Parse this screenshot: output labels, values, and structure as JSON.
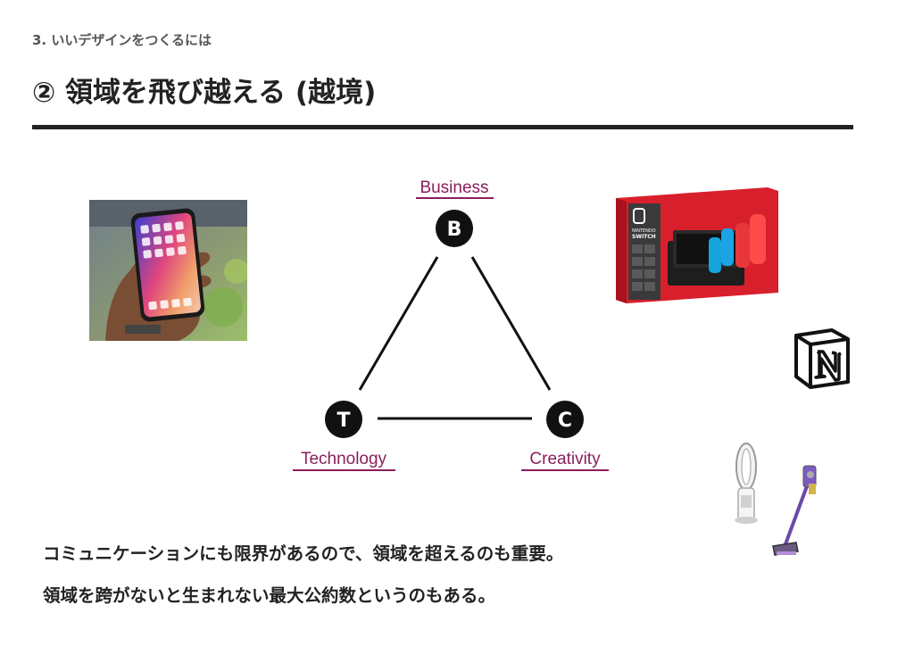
{
  "header": {
    "section_label": "3. いいデザインをつくるには",
    "title": "② 領域を飛び越える (越境)"
  },
  "diagram": {
    "nodes": [
      {
        "letter": "B",
        "label": "Business"
      },
      {
        "letter": "T",
        "label": "Technology"
      },
      {
        "letter": "C",
        "label": "Creativity"
      }
    ],
    "label_color": "#8a1f5c"
  },
  "images": {
    "switch_logo_text_1": "NINTENDO",
    "switch_logo_text_2": "SWITCH"
  },
  "body": {
    "line1": "コミュニケーションにも限界があるので、領域を超えるのも重要。",
    "line2": "領域を跨がないと生まれない最大公約数というのもある。"
  }
}
